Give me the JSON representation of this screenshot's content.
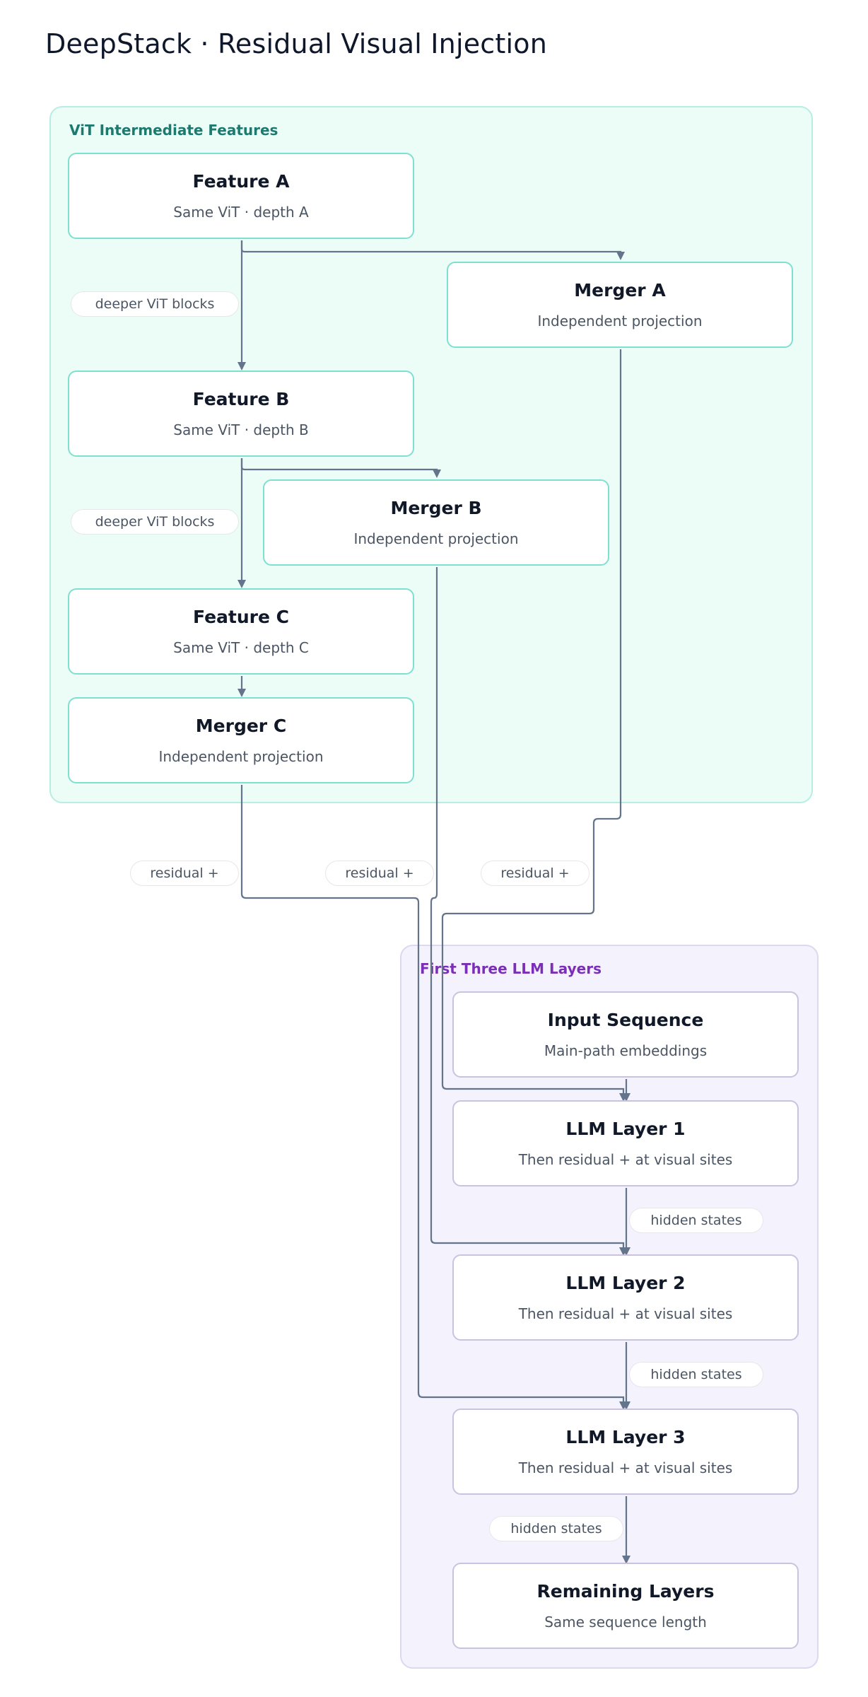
{
  "title": "DeepStack · Residual Visual Injection",
  "groups": {
    "vit": "ViT Intermediate Features",
    "llm": "First Three LLM Layers"
  },
  "nodes": {
    "feature_a": {
      "title": "Feature A",
      "sub": "Same ViT · depth A"
    },
    "merger_a": {
      "title": "Merger A",
      "sub": "Independent projection"
    },
    "feature_b": {
      "title": "Feature B",
      "sub": "Same ViT · depth B"
    },
    "merger_b": {
      "title": "Merger B",
      "sub": "Independent projection"
    },
    "feature_c": {
      "title": "Feature C",
      "sub": "Same ViT · depth C"
    },
    "merger_c": {
      "title": "Merger C",
      "sub": "Independent projection"
    },
    "input_seq": {
      "title": "Input Sequence",
      "sub": "Main-path embeddings"
    },
    "llm1": {
      "title": "LLM Layer 1",
      "sub": "Then residual + at visual sites"
    },
    "llm2": {
      "title": "LLM Layer 2",
      "sub": "Then residual + at visual sites"
    },
    "llm3": {
      "title": "LLM Layer 3",
      "sub": "Then residual + at visual sites"
    },
    "remaining": {
      "title": "Remaining Layers",
      "sub": "Same sequence length"
    }
  },
  "edge_labels": {
    "deeper_1": "deeper ViT blocks",
    "deeper_2": "deeper ViT blocks",
    "residual_1": "residual +",
    "residual_2": "residual +",
    "residual_3": "residual +",
    "hidden_1": "hidden states",
    "hidden_2": "hidden states",
    "hidden_3": "hidden states"
  },
  "colors": {
    "edge": "#64748b",
    "vit_fill": "#ecfdf8",
    "vit_border": "#7fe0cf",
    "llm_fill": "#f4f2fd",
    "llm_border": "#c9c3e0",
    "vit_label": "#1c7a6e",
    "llm_label": "#7b2fb6"
  }
}
